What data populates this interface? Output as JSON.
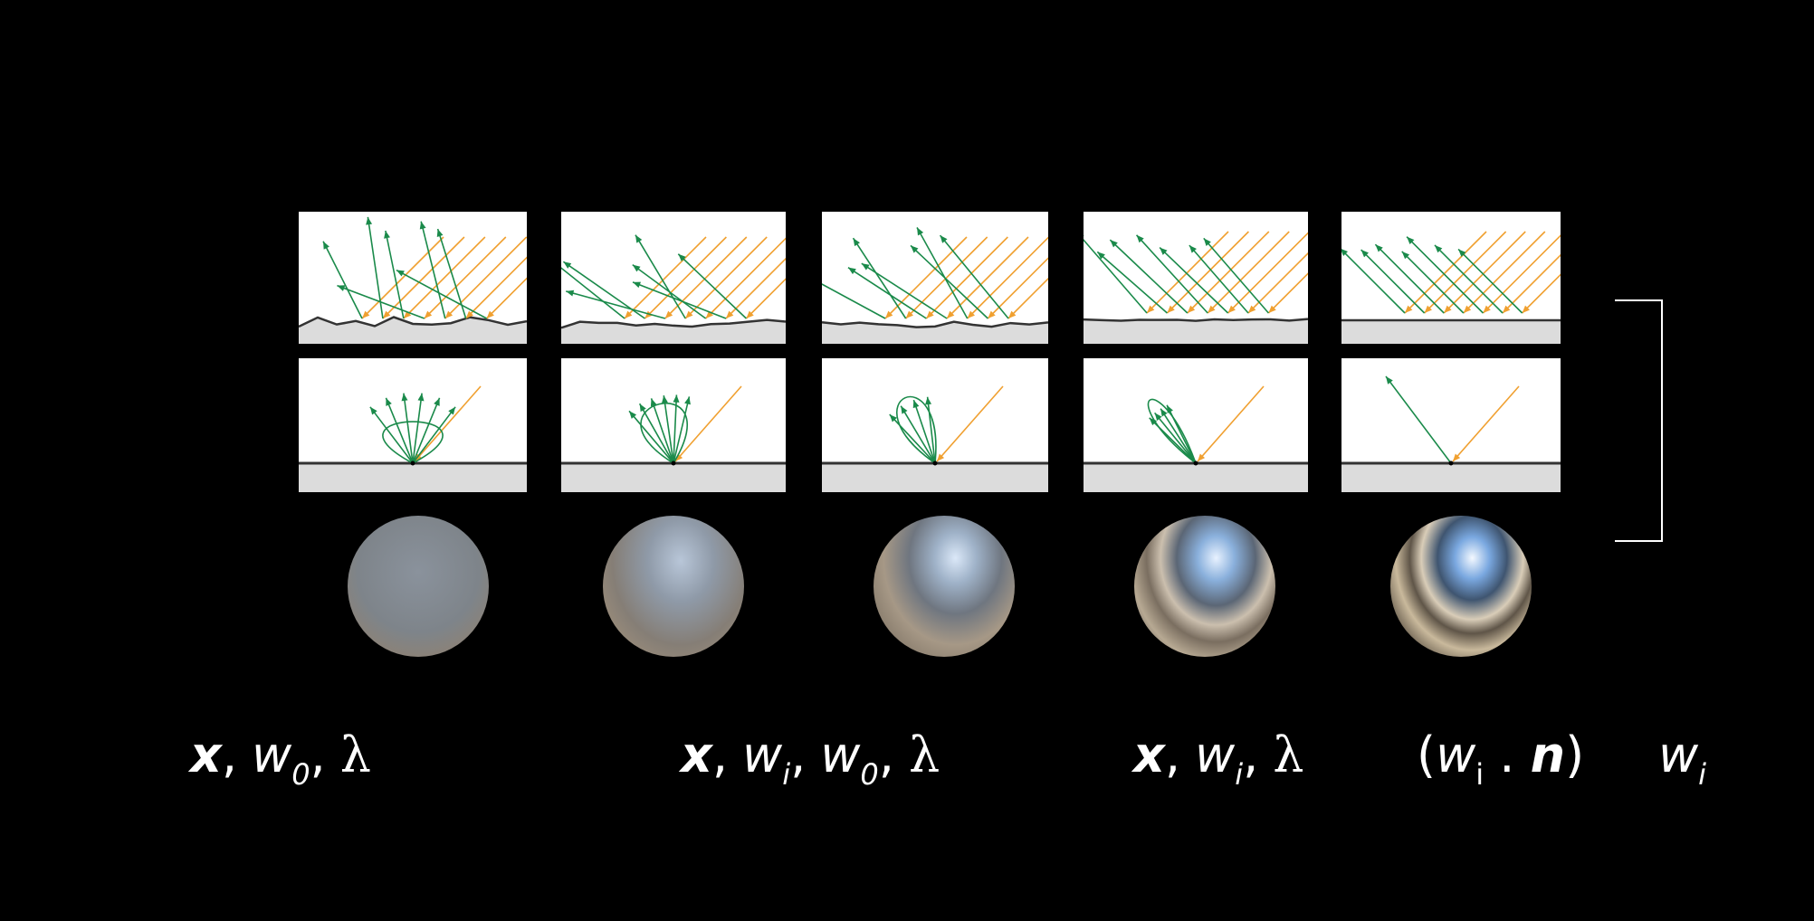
{
  "diagram": {
    "columns": [
      {
        "id": "rough-diffuse"
      },
      {
        "id": "rough-glossy"
      },
      {
        "id": "medium-glossy"
      },
      {
        "id": "near-mirror"
      },
      {
        "id": "perfect-mirror"
      }
    ],
    "colors": {
      "background": "#000000",
      "reflected_ray": "#1a8a4a",
      "incident_ray": "#f0a030",
      "surface_line": "#333333",
      "surface_fill": "#dcdcdc",
      "bracket": "#ffffff"
    }
  },
  "equations": {
    "eq1": {
      "bold": "x",
      "sep1": ",",
      "w": "w",
      "sub": "0",
      "sep2": ",",
      "lambda": "λ"
    },
    "eq2": {
      "bold": "x",
      "sep1": ",",
      "w1": "w",
      "sub1": "i",
      "sep2": ",",
      "w2": "w",
      "sub2": "0",
      "sep3": ",",
      "lambda": "λ"
    },
    "eq3": {
      "bold": "x",
      "sep1": ",",
      "w": "w",
      "sub": "i",
      "sep2": ",",
      "lambda": "λ"
    },
    "eq4": {
      "open": "(",
      "w": "w",
      "sub": "i",
      "dot": " . ",
      "n": "n",
      "close": ")"
    },
    "eq5": {
      "w": "w",
      "sub": "i"
    }
  }
}
